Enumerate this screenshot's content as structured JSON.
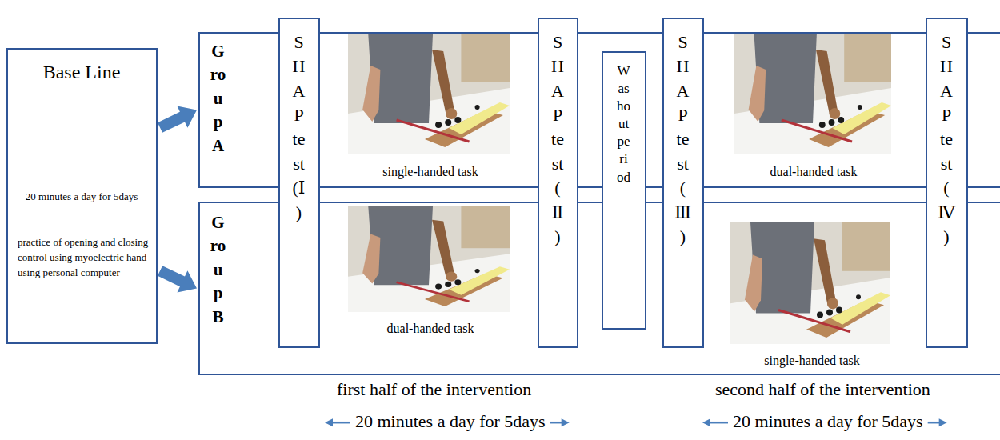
{
  "diagram": {
    "nodes": [
      {
        "text": [
          "Base Line",
          "20 minutes a day for 5days",
          "practice of opening and closing control using myoelectric hand using personal computer"
        ]
      },
      {
        "text": [
          "Group A",
          "single-handed task",
          "dual-handed task"
        ]
      },
      {
        "text": [
          "Group B",
          "dual-handed task",
          "single-handed task"
        ]
      },
      {
        "text": [
          "SHAP test (Ⅰ)"
        ]
      },
      {
        "text": [
          "SHAP test (Ⅱ)"
        ]
      },
      {
        "text": [
          "Washout period"
        ]
      },
      {
        "text": [
          "SHAP test (Ⅲ)"
        ]
      },
      {
        "text": [
          "SHAP test (Ⅳ)"
        ]
      }
    ],
    "edges": [
      {
        "from": 0,
        "to": 1,
        "arrow": "to"
      },
      {
        "from": 0,
        "to": 2,
        "arrow": "to"
      }
    ],
    "labels": [
      "first half of the intervention",
      "second half of the intervention",
      "20 minutes a day for 5days",
      "20 minutes a day for 5days"
    ]
  }
}
